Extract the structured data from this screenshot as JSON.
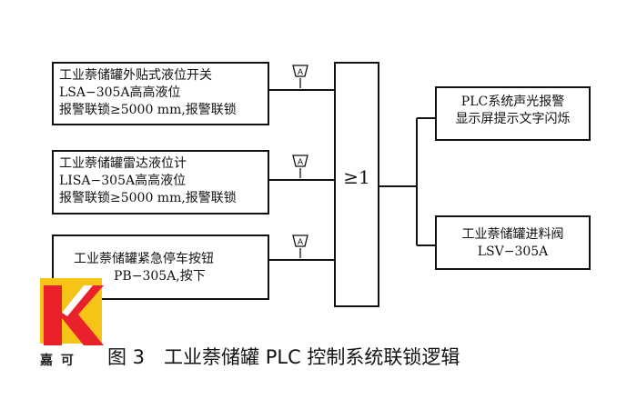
{
  "inputs": [
    {
      "lines": [
        "工业萘储罐外贴式液位开关",
        "LSA−305A高高液位",
        "报警联锁≥5000 mm,报警联锁"
      ]
    },
    {
      "lines": [
        "工业萘储罐雷达液位计",
        "LISA−305A高高液位",
        "报警联锁≥5000 mm,报警联锁"
      ]
    },
    {
      "lines": [
        "工业萘储罐紧急停车按钮",
        "PB−305A,按下"
      ]
    }
  ],
  "indicator_label": "A",
  "gate": {
    "label": "≥1"
  },
  "outputs": [
    {
      "lines": [
        "PLC系统声光报警",
        "显示屏提示文字闪烁"
      ]
    },
    {
      "lines": [
        "工业萘储罐进料阀",
        "LSV−305A"
      ]
    }
  ],
  "caption": "图 3　工业萘储罐 PLC 控制系统联锁逻辑",
  "watermark": {
    "text": "嘉 可",
    "colors": {
      "red": "#e8212a",
      "yellow": "#f6c417"
    }
  }
}
